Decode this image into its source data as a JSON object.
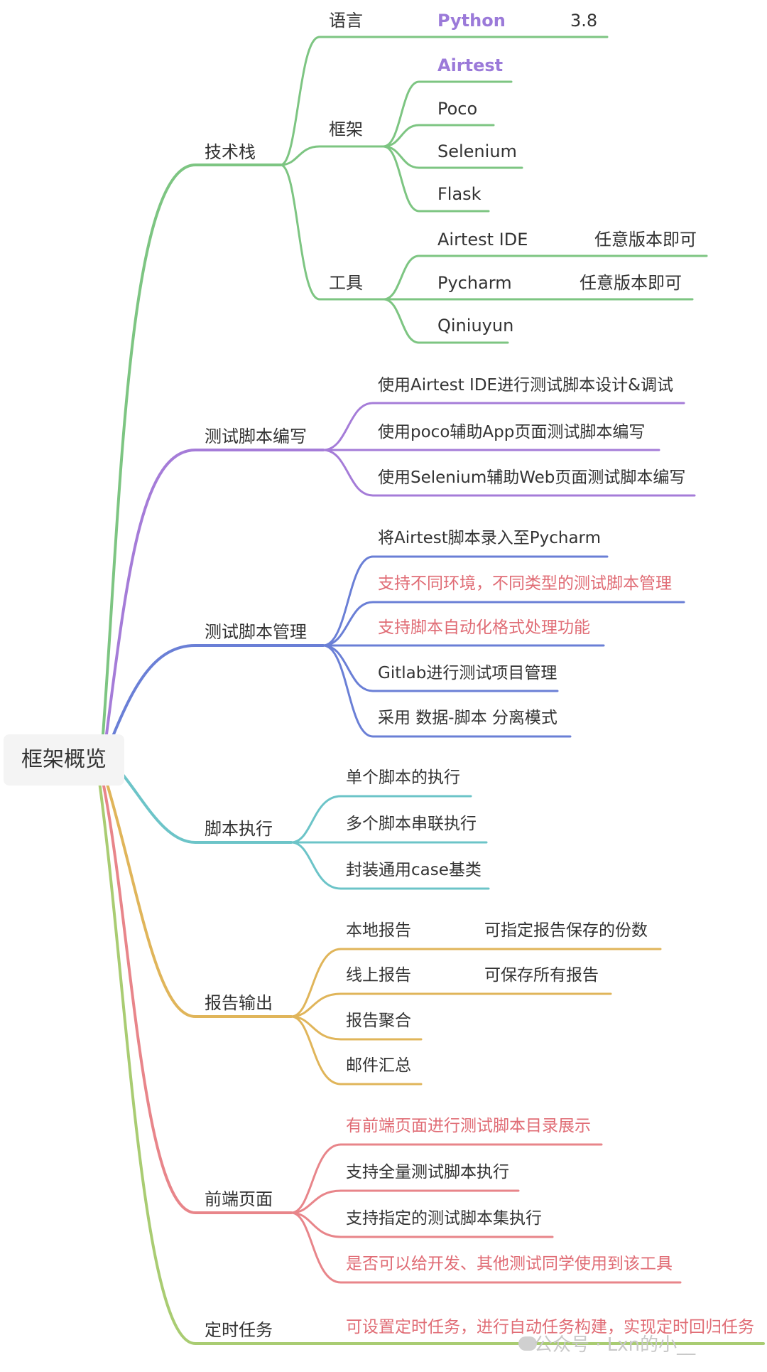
{
  "root": {
    "label": "框架概览"
  },
  "colors": {
    "tech": "#7dc582",
    "script_write": "#a57cd8",
    "script_manage": "#6a7fd6",
    "exec": "#6cc4c8",
    "report": "#e0b55a",
    "frontend": "#e8858a",
    "schedule": "#a9cc72",
    "highlight_purple": "#9b7ad9",
    "highlight_red": "#e06c75"
  },
  "branches": {
    "tech": {
      "label": "技术栈",
      "language": {
        "label": "语言",
        "value": "Python",
        "version": "3.8"
      },
      "framework": {
        "label": "框架",
        "items": [
          "Airtest",
          "Poco",
          "Selenium",
          "Flask"
        ]
      },
      "tools": {
        "label": "工具",
        "items": [
          {
            "name": "Airtest IDE",
            "note": "任意版本即可"
          },
          {
            "name": "Pycharm",
            "note": "任意版本即可"
          },
          {
            "name": "Qiniuyun",
            "note": ""
          }
        ]
      }
    },
    "script_write": {
      "label": "测试脚本编写",
      "items": [
        "使用Airtest IDE进行测试脚本设计&调试",
        "使用poco辅助App页面测试脚本编写",
        "使用Selenium辅助Web页面测试脚本编写"
      ]
    },
    "script_manage": {
      "label": "测试脚本管理",
      "items": [
        "将Airtest脚本录入至Pycharm",
        "支持不同环境，不同类型的测试脚本管理",
        "支持脚本自动化格式处理功能",
        "Gitlab进行测试项目管理",
        "采用 数据-脚本 分离模式"
      ]
    },
    "exec": {
      "label": "脚本执行",
      "items": [
        "单个脚本的执行",
        "多个脚本串联执行",
        "封装通用case基类"
      ]
    },
    "report": {
      "label": "报告输出",
      "items": [
        {
          "name": "本地报告",
          "note": "可指定报告保存的份数"
        },
        {
          "name": "线上报告",
          "note": "可保存所有报告"
        },
        {
          "name": "报告聚合",
          "note": ""
        },
        {
          "name": "邮件汇总",
          "note": ""
        }
      ]
    },
    "frontend": {
      "label": "前端页面",
      "items": [
        "有前端页面进行测试脚本目录展示",
        "支持全量测试脚本执行",
        "支持指定的测试脚本集执行",
        "是否可以给开发、其他测试同学使用到该工具"
      ]
    },
    "schedule": {
      "label": "定时任务",
      "items": [
        "可设置定时任务，进行自动任务构建，实现定时回归任务"
      ]
    }
  },
  "watermark": "公众号 · Lxn的小__"
}
